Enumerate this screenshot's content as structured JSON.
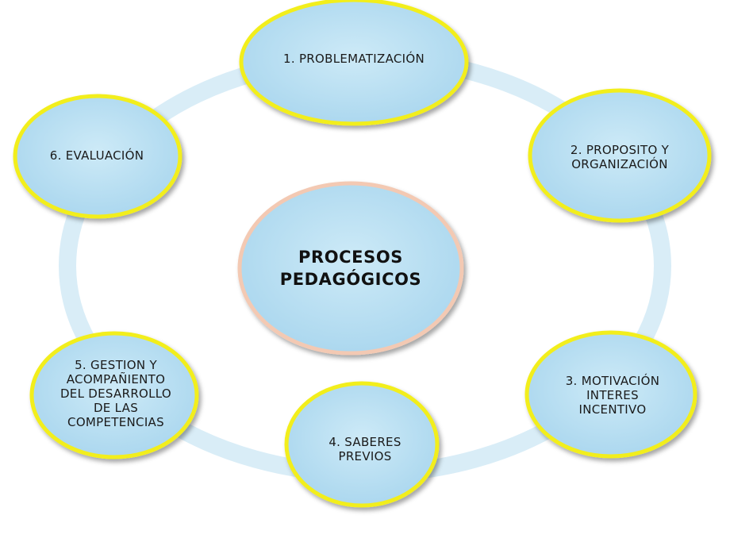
{
  "diagram": {
    "center": {
      "label": "PROCESOS\nPEDAGÓGICOS"
    },
    "nodes": [
      {
        "id": "problematizacion",
        "label": "1. PROBLEMATIZACIÓN"
      },
      {
        "id": "proposito",
        "label": "2. PROPOSITO Y\nORGANIZACIÓN"
      },
      {
        "id": "motivacion",
        "label": "3. MOTIVACIÓN\nINTERES\nINCENTIVO"
      },
      {
        "id": "saberes",
        "label": "4. SABERES\nPREVIOS"
      },
      {
        "id": "gestion",
        "label": "5. GESTION Y\nACOMPAÑIENTO\nDEL DESARROLLO\nDE LAS\nCOMPETENCIAS"
      },
      {
        "id": "evaluacion",
        "label": "6. EVALUACIÓN"
      }
    ],
    "colors": {
      "node_fill": "#b9dff0",
      "node_border": "#f2ee1c",
      "center_fill": "#b9dff0",
      "center_border": "#f3c9b3",
      "ring": "#d9edf7"
    }
  }
}
